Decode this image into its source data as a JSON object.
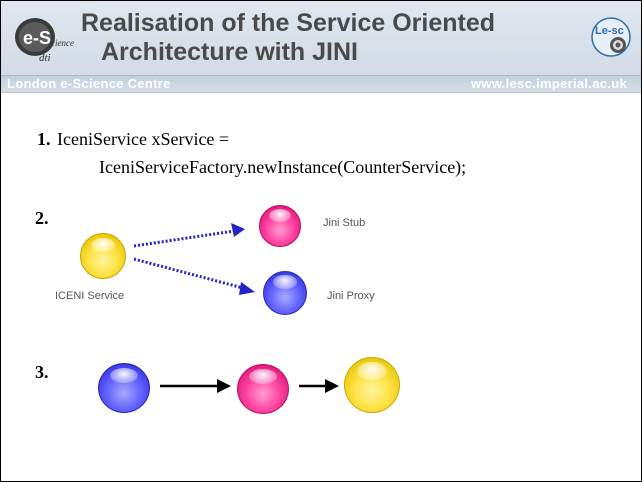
{
  "header": {
    "title_line1": "Realisation of the Service Oriented",
    "title_line2": "Architecture with JINI",
    "footer_left": "London e-Science Centre",
    "footer_right": "www.lesc.imperial.ac.uk",
    "logo_left_text": "e-Science",
    "logo_left_sub": "dti",
    "logo_right_text": "Le-sc"
  },
  "step1": {
    "number": "1.",
    "line1": "IceniService xService =",
    "line2": "IceniServiceFactory.newInstance(CounterService);"
  },
  "step2": {
    "number": "2.",
    "service_label": "ICENI Service",
    "stub_label": "Jini Stub",
    "proxy_label": "Jini Proxy"
  },
  "step3": {
    "number": "3."
  },
  "colors": {
    "yellow": "#ffe44a",
    "pink": "#ff4aa6",
    "blue": "#6a6aff",
    "dotted_arrow": "#2323c6"
  }
}
